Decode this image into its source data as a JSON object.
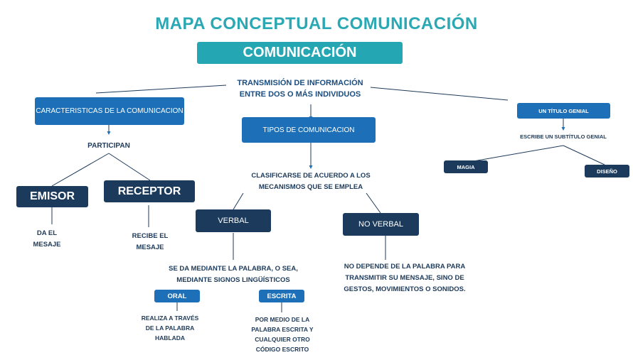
{
  "title": "MAPA CONCEPTUAL COMUNICACIÓN",
  "main_node": "COMUNICACIÓN",
  "definition": [
    "TRANSMISIÓN DE INFORMACIÓN",
    "ENTRE DOS O MÁS INDIVIDUOS"
  ],
  "characteristics": {
    "label": "CARACTERISTICAS DE LA COMUNICACION",
    "connector": "PARTICIPAN",
    "emisor": "EMISOR",
    "emisor_desc": [
      "DA EL",
      "MESAJE"
    ],
    "receptor": "RECEPTOR",
    "receptor_desc": [
      "RECIBE EL",
      "MESAJE"
    ]
  },
  "types": {
    "label": "TIPOS DE COMUNICACION",
    "connector": [
      "CLASIFICARSE DE ACUERDO A LOS",
      "MECANISMOS QUE SE EMPLEA"
    ],
    "verbal": "VERBAL",
    "verbal_desc": [
      "SE DA MEDIANTE LA PALABRA, O SEA,",
      "MEDIANTE SIGNOS LINGÜÍSTICOS"
    ],
    "oral": "ORAL",
    "oral_desc": [
      "REALIZA A TRAVÉS",
      "DE LA PALABRA",
      "HABLADA"
    ],
    "escrita": "ESCRITA",
    "escrita_desc": [
      "POR MEDIO DE LA",
      "PALABRA ESCRITA Y",
      "CUALQUIER OTRO",
      "CÓDIGO ESCRITO"
    ],
    "no_verbal": "NO VERBAL",
    "no_verbal_desc": [
      "NO DEPENDE DE LA PALABRA PARA",
      "TRANSMITIR SU MENSAJE, SINO DE",
      "GESTOS, MOVIMIENTOS O SONIDOS."
    ]
  },
  "extra": {
    "label": "UN TÍTULO GENIAL",
    "subtitle": "ESCRIBE UN SUBTÍTULO GENIAL",
    "left": "MAGIA",
    "right": "DISEÑO"
  }
}
